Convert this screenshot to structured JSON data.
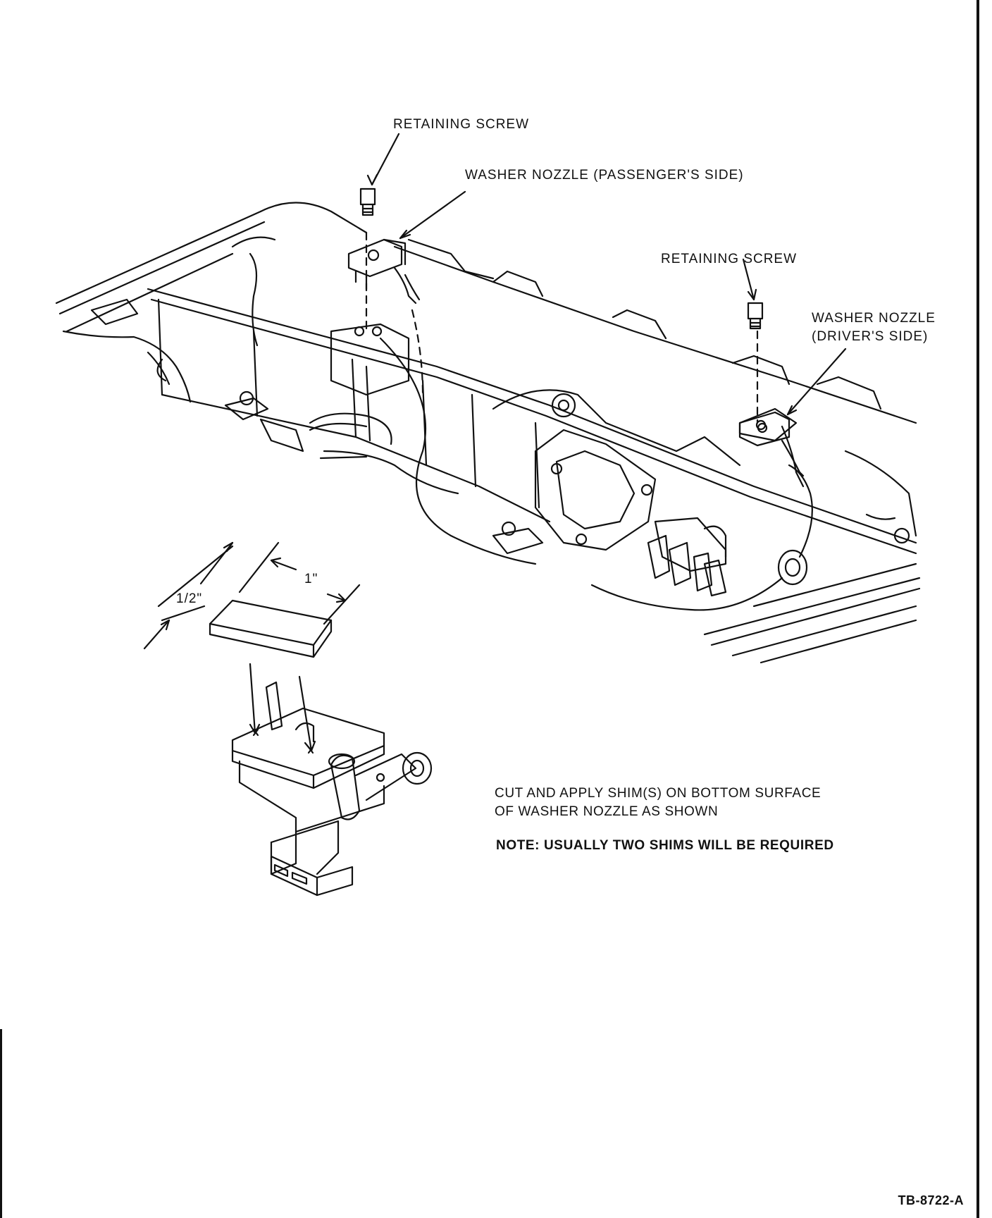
{
  "callouts": {
    "retaining_screw_passenger": "RETAINING SCREW",
    "washer_nozzle_passenger": "WASHER NOZZLE (PASSENGER'S SIDE)",
    "retaining_screw_driver": "RETAINING SCREW",
    "washer_nozzle_driver_line1": "WASHER NOZZLE",
    "washer_nozzle_driver_line2": "(DRIVER'S SIDE)"
  },
  "shim": {
    "width_label": "1\"",
    "depth_label": "1/2\""
  },
  "instructions": {
    "line1": "CUT AND APPLY SHIM(S) ON BOTTOM SURFACE",
    "line2": "OF WASHER NOZZLE AS SHOWN",
    "note": "NOTE: USUALLY TWO SHIMS WILL BE REQUIRED"
  },
  "figure_id": "TB-8722-A",
  "colors": {
    "ink": "#111111",
    "paper": "#ffffff"
  }
}
